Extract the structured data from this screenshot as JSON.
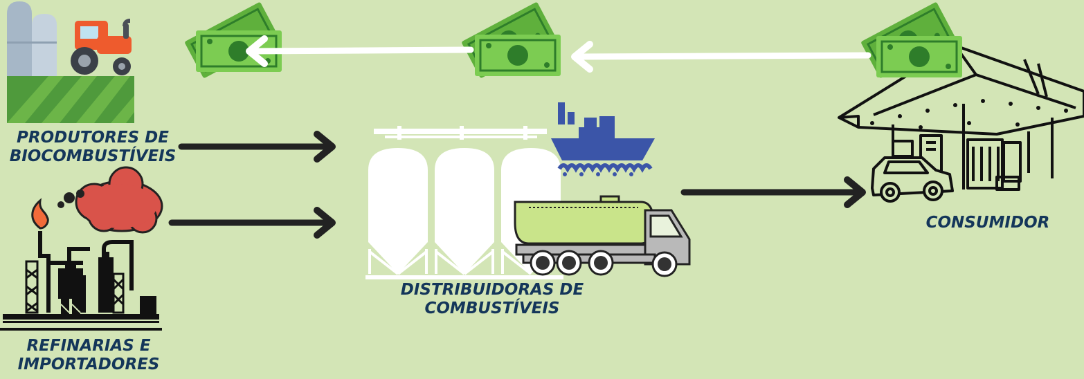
{
  "nodes": {
    "producers": {
      "line1": "PRODUTORES DE",
      "line2": "BIOCOMBUSTÍVEIS",
      "icon": "farm-icon"
    },
    "refineries": {
      "line1": "REFINARIAS E",
      "line2": "IMPORTADORES",
      "icon": "refinery-icon"
    },
    "distributors": {
      "line1": "DISTRIBUIDORAS DE",
      "line2": "COMBUSTÍVEIS",
      "icons": [
        "silo-icon",
        "ship-icon",
        "tanker-truck-icon"
      ]
    },
    "consumer": {
      "label": "CONSUMIDOR",
      "icon": "gas-station-icon"
    }
  },
  "flows": {
    "fuel": [
      "producers -> distributors",
      "refineries -> distributors",
      "distributors -> consumer"
    ],
    "money": [
      "consumer -> distributors",
      "distributors -> producers"
    ]
  },
  "colors": {
    "background": "#d3e5b6",
    "label_text": "#14365a",
    "fuel_arrow": "#222222",
    "money_arrow": "#ffffff",
    "money": "#6cc24a",
    "ship": "#3b55a8",
    "smoke": "#d9534a",
    "tank": "#c9e48a"
  }
}
